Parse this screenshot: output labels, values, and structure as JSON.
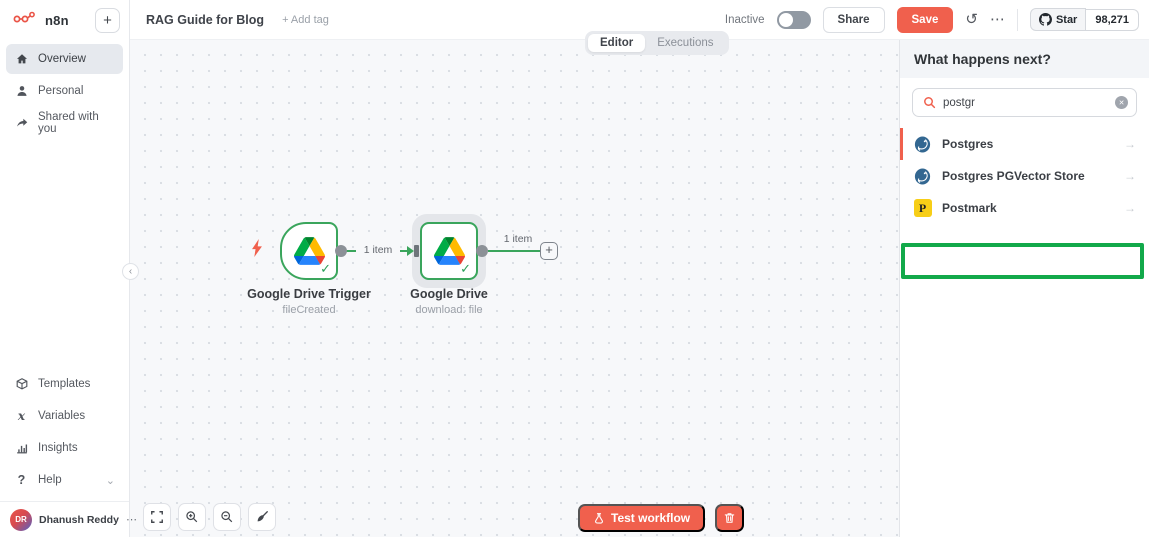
{
  "brand": {
    "name": "n8n"
  },
  "icons": {
    "plus": "+",
    "ellipsis": "⋯",
    "history": "↺",
    "chevron_down": "⌄",
    "chevron_left": "‹",
    "check": "✓",
    "arrow_right": "→",
    "clear": "✕",
    "help": "?",
    "variables_x": "x"
  },
  "sidebar": {
    "items": [
      {
        "label": "Overview"
      },
      {
        "label": "Personal"
      },
      {
        "label": "Shared with you"
      },
      {
        "label": "Templates"
      },
      {
        "label": "Variables"
      },
      {
        "label": "Insights"
      },
      {
        "label": "Help"
      }
    ],
    "user": {
      "name": "Dhanush Reddy",
      "initials": "DR"
    }
  },
  "topbar": {
    "workflow_title": "RAG Guide for Blog",
    "add_tag": "+ Add tag",
    "status": "Inactive",
    "share": "Share",
    "save": "Save",
    "github_star": {
      "label": "Star",
      "count": "98,271"
    }
  },
  "tabs": {
    "editor": "Editor",
    "executions": "Executions"
  },
  "canvas": {
    "nodes": [
      {
        "title": "Google Drive Trigger",
        "subtitle": "fileCreated"
      },
      {
        "title": "Google Drive",
        "subtitle": "download: file"
      }
    ],
    "connections": [
      {
        "label": "1 item"
      },
      {
        "label": "1 item"
      }
    ],
    "controls": {
      "test_workflow": "Test workflow"
    }
  },
  "panel": {
    "title": "What happens next?",
    "search_value": "postgr",
    "items": [
      {
        "label": "Postgres"
      },
      {
        "label": "Postgres PGVector Store"
      },
      {
        "label": "Postmark"
      }
    ]
  },
  "colors": {
    "accent": "#f0604d",
    "success_green": "#3aa55c",
    "annotation_green": "#12a94a",
    "postgres_blue": "#336791",
    "postmark_yellow": "#f7ce17"
  }
}
